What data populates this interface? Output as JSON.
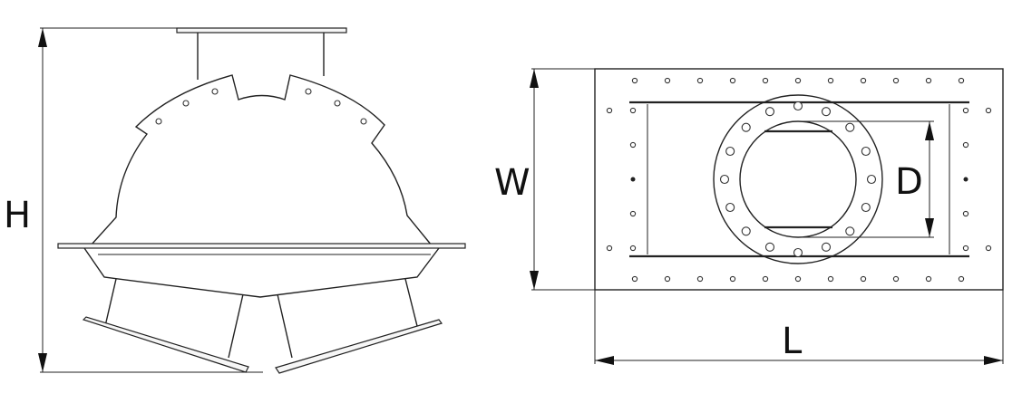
{
  "labels": {
    "height": "H",
    "width": "W",
    "length": "L",
    "diameter": "D"
  }
}
